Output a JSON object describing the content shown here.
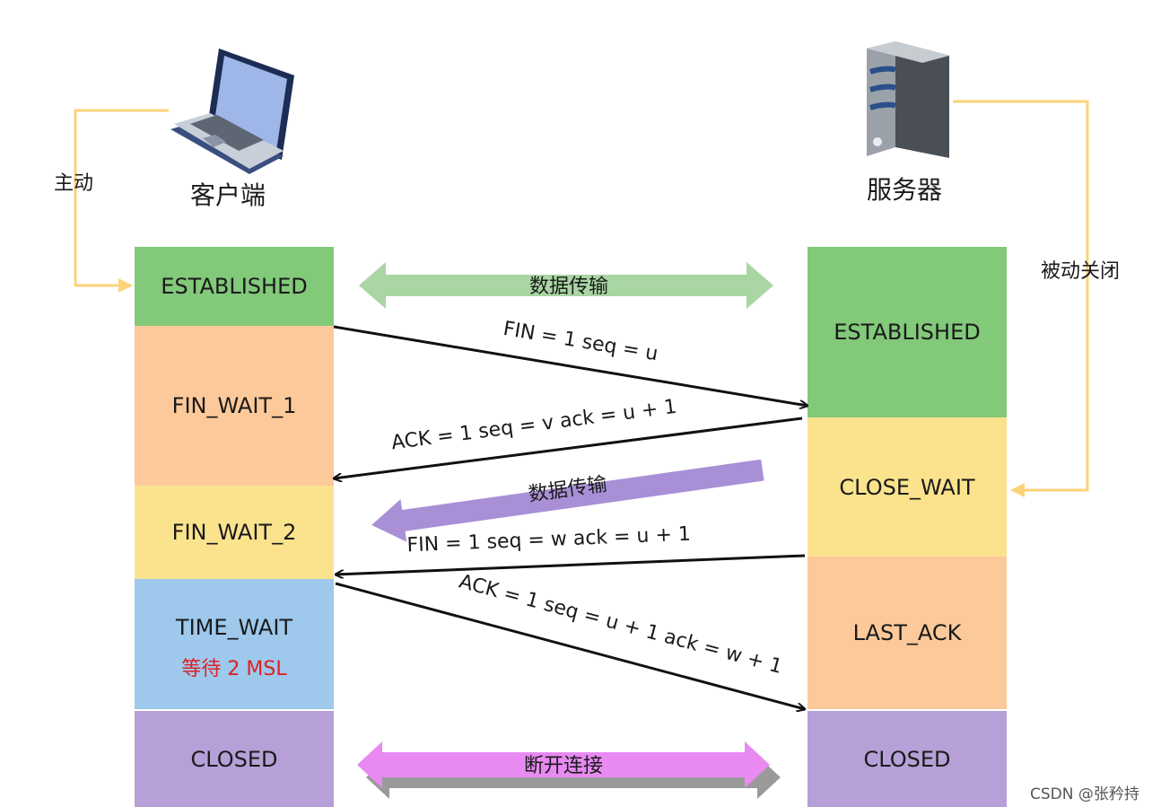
{
  "client": {
    "label": "客户端",
    "side_label": "主动"
  },
  "server": {
    "label": "服务器",
    "side_label": "被动关闭"
  },
  "client_states": [
    {
      "label": "ESTABLISHED",
      "color": "#82c97a"
    },
    {
      "label": "FIN_WAIT_1",
      "color": "#fcc99a"
    },
    {
      "label": "FIN_WAIT_2",
      "color": "#fbe38e"
    },
    {
      "label": "TIME_WAIT",
      "sub": "等待 2 MSL",
      "color": "#9ec8ec"
    },
    {
      "label": "CLOSED",
      "color": "#b6a0d7"
    }
  ],
  "server_states": [
    {
      "label": "ESTABLISHED",
      "color": "#82c97a"
    },
    {
      "label": "CLOSE_WAIT",
      "color": "#fbe38e"
    },
    {
      "label": "LAST_ACK",
      "color": "#fcc99a"
    },
    {
      "label": "CLOSED",
      "color": "#b6a0d7"
    }
  ],
  "messages": [
    {
      "label": "FIN = 1 seq = u"
    },
    {
      "label": "ACK = 1 seq = v ack = u + 1"
    },
    {
      "label": "FIN = 1 seq = w ack = u + 1"
    },
    {
      "label": "ACK = 1 seq = u + 1 ack = w + 1"
    }
  ],
  "wide_arrows": [
    {
      "label": "数据传输",
      "color": "#a9d6a3"
    },
    {
      "label": "数据传输",
      "color": "#a88fd6"
    },
    {
      "label": "断开连接",
      "color": "#e88af2"
    }
  ],
  "side_line_color": "#fcd37a",
  "watermark": "CSDN @张矜持"
}
